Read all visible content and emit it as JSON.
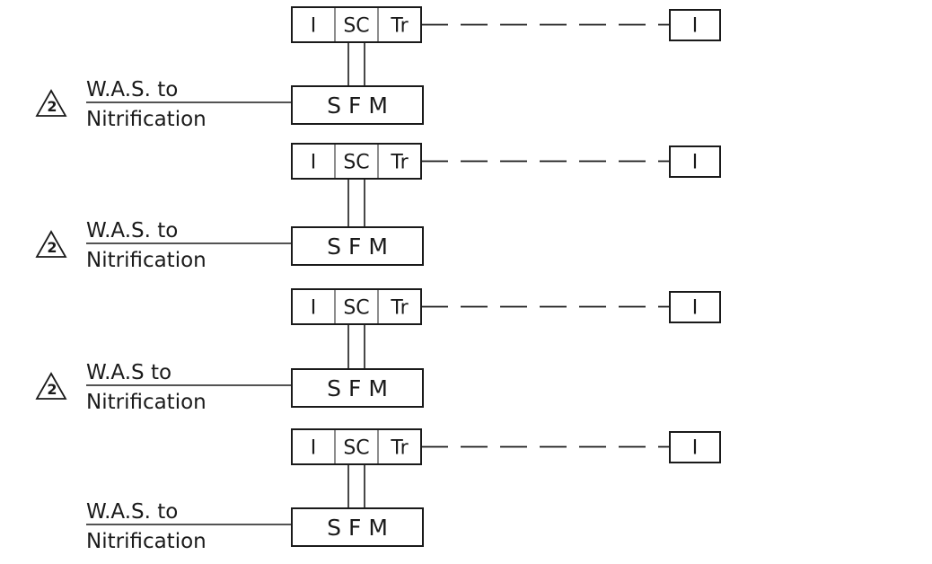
{
  "units": [
    {
      "cells": [
        "I",
        "SC",
        "Tr"
      ],
      "remote": "I",
      "sfm": "SFM",
      "was_line1": "W.A.S. to",
      "was_line2": "Nitrification",
      "revision_mark": "2"
    },
    {
      "cells": [
        "I",
        "SC",
        "Tr"
      ],
      "remote": "I",
      "sfm": "SFM",
      "was_line1": "W.A.S. to",
      "was_line2": "Nitrification",
      "revision_mark": "2"
    },
    {
      "cells": [
        "I",
        "SC",
        "Tr"
      ],
      "remote": "I",
      "sfm": "SFM",
      "was_line1": "W.A.S to",
      "was_line2": "Nitrification",
      "revision_mark": "2"
    },
    {
      "cells": [
        "I",
        "SC",
        "Tr"
      ],
      "remote": "I",
      "sfm": "SFM",
      "was_line1": "W.A.S. to",
      "was_line2": "Nitrification",
      "revision_mark": ""
    }
  ]
}
